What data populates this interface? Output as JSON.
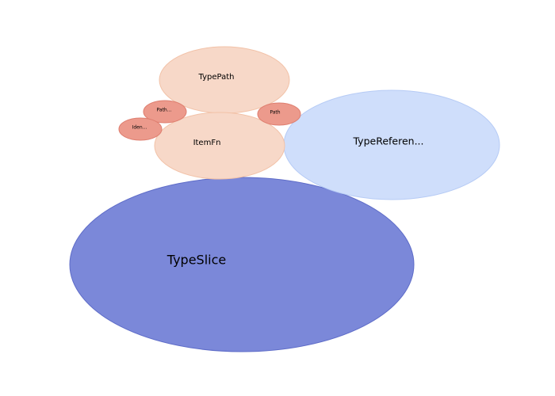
{
  "chart_data": {
    "type": "bubble",
    "title": "",
    "bubbles": [
      {
        "label": "TypeSlice",
        "color": "#7b88d9",
        "stroke": "#5e6cc8",
        "opacity": 1.0,
        "font": 16
      },
      {
        "label": "TypeReferen...",
        "color": "#cfdefb",
        "stroke": "#b6cbf5",
        "opacity": 1.0,
        "font": 12.5
      },
      {
        "label": "TypePath",
        "color": "#f7d8c8",
        "stroke": "#f2c2a8",
        "opacity": 1.0,
        "font": 10
      },
      {
        "label": "ItemFn",
        "color": "#f7d8c8",
        "stroke": "#f2c2a8",
        "opacity": 1.0,
        "font": 10
      },
      {
        "label": "Path...",
        "color": "#ec9a8c",
        "stroke": "#de7e6f",
        "opacity": 1.0,
        "font": 6
      },
      {
        "label": "Path",
        "color": "#ec9a8c",
        "stroke": "#de7e6f",
        "opacity": 1.0,
        "font": 6
      },
      {
        "label": "Iden...",
        "color": "#ec9a8c",
        "stroke": "#de7e6f",
        "opacity": 1.0,
        "font": 6
      }
    ]
  }
}
